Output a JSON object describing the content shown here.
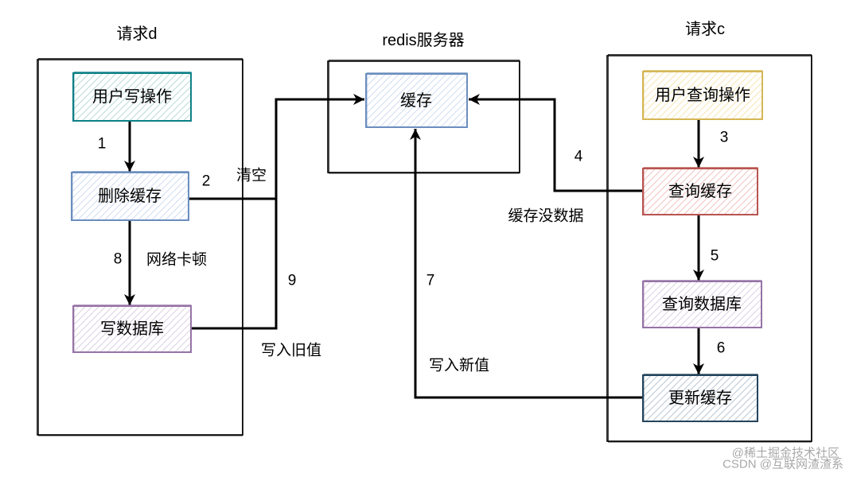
{
  "diagram": {
    "request_d": {
      "title": "请求d",
      "write_op": "用户写操作",
      "delete_cache": "删除缓存",
      "write_db": "写数据库"
    },
    "redis": {
      "title": "redis服务器",
      "cache": "缓存"
    },
    "request_c": {
      "title": "请求c",
      "query_op": "用户查询操作",
      "query_cache": "查询缓存",
      "query_db": "查询数据库",
      "update_cache": "更新缓存"
    },
    "edges": {
      "step1": "1",
      "step2": "2",
      "step2_label": "清空",
      "step3": "3",
      "step4": "4",
      "step4_label": "缓存没数据",
      "step5": "5",
      "step6": "6",
      "step7": "7",
      "step7_label": "写入新值",
      "step8": "8",
      "step8_label": "网络卡顿",
      "step9": "9",
      "step9_label": "写入旧值"
    }
  },
  "watermark": {
    "line1": "@稀土掘金技术社区",
    "line2": "CSDN @互联网渣渣系"
  },
  "colors": {
    "teal": "#0e8088",
    "blue": "#6c8ebf",
    "purple": "#9673a6",
    "yellow": "#d6b656",
    "red": "#b85450",
    "slate": "#23445d",
    "line": "#000000"
  }
}
